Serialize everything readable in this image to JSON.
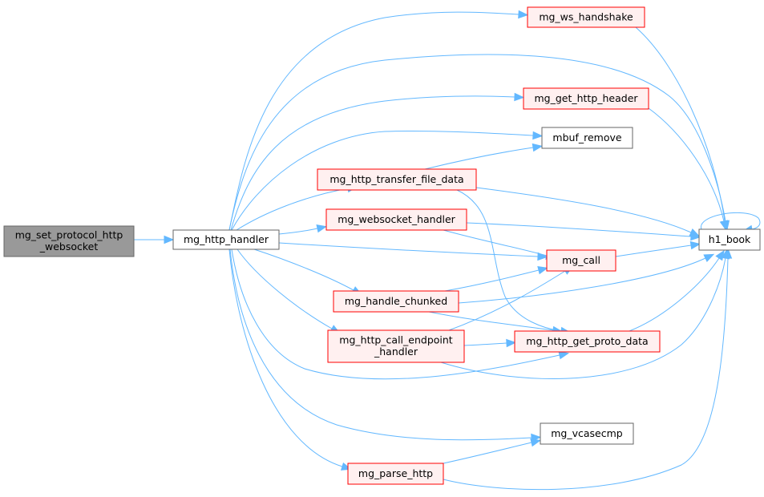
{
  "colors": {
    "edge": "#63b8ff",
    "root_fill": "#999999",
    "root_border": "#666666",
    "plain_fill": "#ffffff",
    "plain_border": "#666666",
    "red_fill": "#fff0f0",
    "red_border": "#ff0000"
  },
  "nodes": {
    "root": {
      "lines": [
        "mg_set_protocol_http",
        "_websocket"
      ],
      "style": "root"
    },
    "http_handler": {
      "lines": [
        "mg_http_handler"
      ],
      "style": "plain"
    },
    "ws_handshake": {
      "lines": [
        "mg_ws_handshake"
      ],
      "style": "red"
    },
    "get_http_header": {
      "lines": [
        "mg_get_http_header"
      ],
      "style": "red"
    },
    "mbuf_remove": {
      "lines": [
        "mbuf_remove"
      ],
      "style": "plain"
    },
    "transfer_file_data": {
      "lines": [
        "mg_http_transfer_file_data"
      ],
      "style": "red"
    },
    "websocket_handler": {
      "lines": [
        "mg_websocket_handler"
      ],
      "style": "red"
    },
    "h1_book": {
      "lines": [
        "h1_book"
      ],
      "style": "plain"
    },
    "mg_call": {
      "lines": [
        "mg_call"
      ],
      "style": "red"
    },
    "handle_chunked": {
      "lines": [
        "mg_handle_chunked"
      ],
      "style": "red"
    },
    "call_endpoint_handler": {
      "lines": [
        "mg_http_call_endpoint",
        "_handler"
      ],
      "style": "red"
    },
    "get_proto_data": {
      "lines": [
        "mg_http_get_proto_data"
      ],
      "style": "red"
    },
    "vcasecmp": {
      "lines": [
        "mg_vcasecmp"
      ],
      "style": "plain"
    },
    "parse_http": {
      "lines": [
        "mg_parse_http"
      ],
      "style": "red"
    }
  },
  "edges": [
    [
      "root",
      "http_handler"
    ],
    [
      "http_handler",
      "ws_handshake"
    ],
    [
      "http_handler",
      "h1_book"
    ],
    [
      "http_handler",
      "get_http_header"
    ],
    [
      "http_handler",
      "mbuf_remove"
    ],
    [
      "http_handler",
      "transfer_file_data"
    ],
    [
      "http_handler",
      "websocket_handler"
    ],
    [
      "http_handler",
      "mg_call"
    ],
    [
      "http_handler",
      "handle_chunked"
    ],
    [
      "http_handler",
      "call_endpoint_handler"
    ],
    [
      "http_handler",
      "get_proto_data"
    ],
    [
      "http_handler",
      "vcasecmp"
    ],
    [
      "http_handler",
      "parse_http"
    ],
    [
      "ws_handshake",
      "h1_book"
    ],
    [
      "get_http_header",
      "h1_book"
    ],
    [
      "transfer_file_data",
      "mbuf_remove"
    ],
    [
      "transfer_file_data",
      "h1_book"
    ],
    [
      "transfer_file_data",
      "get_proto_data"
    ],
    [
      "websocket_handler",
      "h1_book"
    ],
    [
      "websocket_handler",
      "mg_call"
    ],
    [
      "h1_book",
      "h1_book"
    ],
    [
      "mg_call",
      "h1_book"
    ],
    [
      "handle_chunked",
      "mg_call"
    ],
    [
      "handle_chunked",
      "h1_book"
    ],
    [
      "handle_chunked",
      "get_proto_data"
    ],
    [
      "call_endpoint_handler",
      "mg_call"
    ],
    [
      "call_endpoint_handler",
      "get_proto_data"
    ],
    [
      "call_endpoint_handler",
      "h1_book"
    ],
    [
      "get_proto_data",
      "h1_book"
    ],
    [
      "parse_http",
      "vcasecmp"
    ],
    [
      "parse_http",
      "h1_book"
    ]
  ]
}
